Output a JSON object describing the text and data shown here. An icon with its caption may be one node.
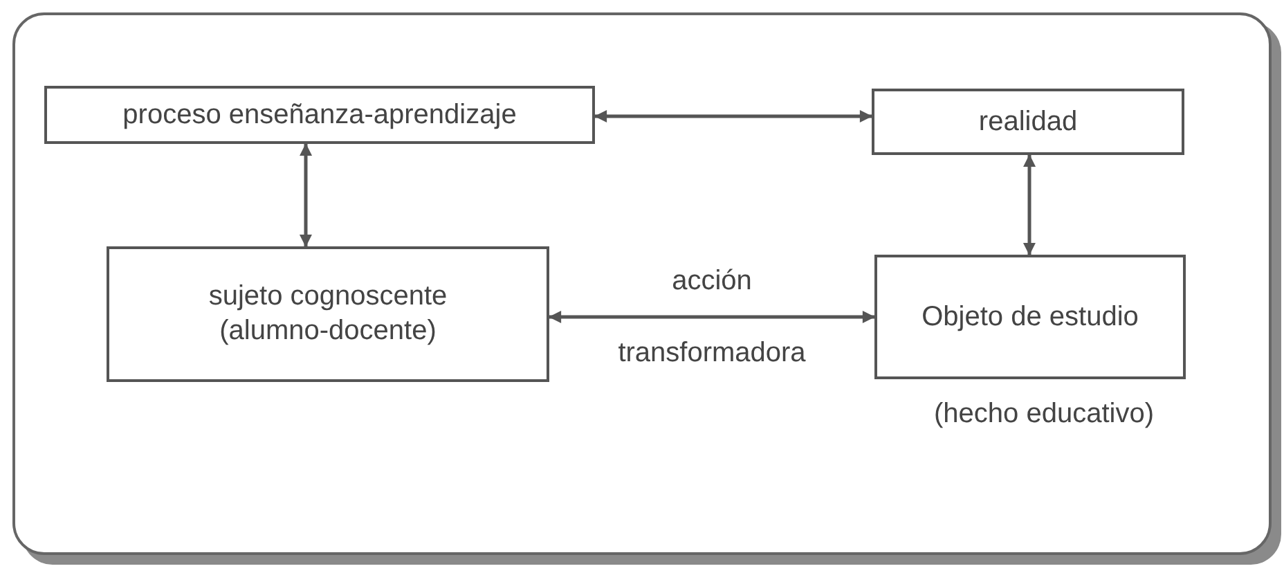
{
  "diagram": {
    "nodes": [
      {
        "text": [
          "proceso enseñanza-aprendizaje"
        ]
      },
      {
        "text": [
          "realidad"
        ]
      },
      {
        "text": [
          "sujeto cognoscente (alumno-docente)"
        ]
      },
      {
        "text": [
          "Objeto de estudio"
        ],
        "beside": [
          "(hecho educativo)"
        ]
      }
    ],
    "edges": [
      {
        "from": 0,
        "to": 1,
        "arrow": "both"
      },
      {
        "from": 0,
        "to": 2,
        "arrow": "both"
      },
      {
        "from": 1,
        "to": 3,
        "arrow": "both"
      },
      {
        "from": 2,
        "to": 3,
        "arrow": "both",
        "label": "acción transformadora"
      }
    ]
  }
}
